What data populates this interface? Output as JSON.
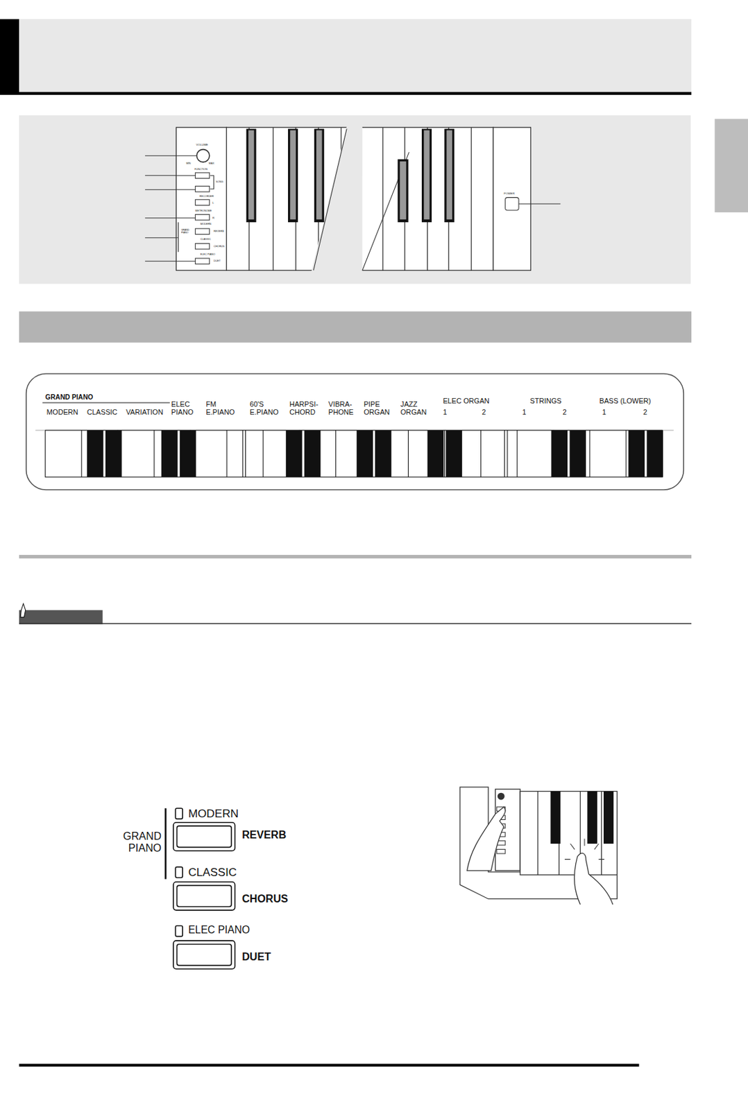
{
  "diagram": {
    "labels": [
      "GRAND PIANO",
      "MODERN",
      "CLASSIC",
      "VARIATION",
      "ELEC PIANO",
      "FM E.PIANO",
      "60'S E.PIANO",
      "HARPSI- CHORD",
      "VIBRA- PHONE",
      "PIPE ORGAN",
      "JAZZ ORGAN",
      "ELEC ORGAN",
      "1",
      "2",
      "STRINGS",
      "1",
      "2",
      "BASS (LOWER)",
      "1",
      "2",
      "MODERN",
      "GRAND PIANO",
      "REVERB",
      "CLASSIC",
      "CHORUS",
      "ELEC PIANO",
      "DUET",
      "VOLUME",
      "MIN",
      "MAX",
      "FUNCTION",
      "SONG",
      "RECORDER",
      "L",
      "METRONOME",
      "R",
      "GRAND PIANO",
      "MODERN",
      "REVERB",
      "CLASSIC",
      "CHORUS",
      "ELEC PIANO",
      "DUET",
      "POWER"
    ]
  }
}
